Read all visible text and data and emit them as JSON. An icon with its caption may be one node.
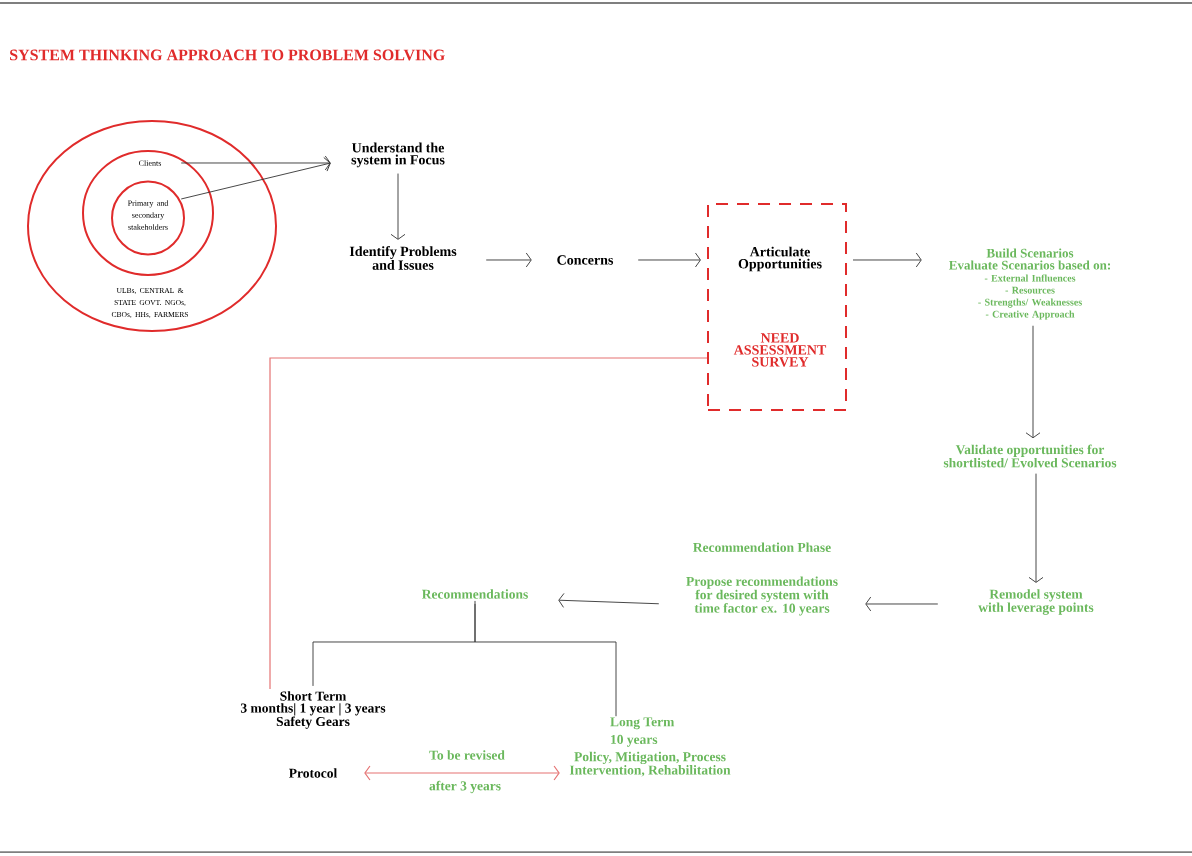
{
  "diagram": {
    "title": "SYSTEM THINKING APPROACH TO PROBLEM SOLVING",
    "nodes": [
      {
        "text": [
          "ULBs, CENTRAL & STATE GOVT. NGOs, CBOs, HHs, FARMERS"
        ]
      },
      {
        "text": [
          "Clients"
        ],
        "in": 0
      },
      {
        "text": [
          "Primary and secondary stakeholders"
        ],
        "in": 1
      },
      {
        "text": [
          "Understand the system in Focus"
        ]
      },
      {
        "text": [
          "Identify Problems and Issues"
        ]
      },
      {
        "text": [
          "Concerns"
        ]
      },
      {
        "text": [
          "Articulate Opportunities",
          "NEED ASSESSMENT SURVEY"
        ]
      },
      {
        "text": [
          "Build Scenarios",
          "Evaluate Scenarios based on:",
          "- External Influences",
          "- Resources",
          "- Strengths/ Weaknesses",
          "- Creative Approach"
        ]
      },
      {
        "text": [
          "Validate opportunities for shortlisted/ Evolved Scenarios"
        ]
      },
      {
        "text": [
          "Remodel system with leverage points"
        ]
      },
      {
        "text": [
          "Recommendation Phase",
          "Propose recommendations for desired system with time factor ex. 10 years"
        ]
      },
      {
        "text": [
          "Recommendations"
        ]
      },
      {
        "text": [
          "Short Term",
          "3 months| 1 year | 3 years",
          "Safety Gears"
        ]
      },
      {
        "text": [
          "Long Term 10 years",
          "Policy, Mitigation, Process Intervention, Rehabilitation"
        ]
      },
      {
        "text": [
          "Protocol"
        ]
      }
    ],
    "edges": [
      {
        "from": 1,
        "to": 3,
        "arrow": "to"
      },
      {
        "from": 2,
        "to": 3,
        "arrow": "to"
      },
      {
        "from": 3,
        "to": 4,
        "arrow": "to"
      },
      {
        "from": 4,
        "to": 5,
        "arrow": "to"
      },
      {
        "from": 5,
        "to": 6,
        "arrow": "to"
      },
      {
        "from": 6,
        "to": 7,
        "arrow": "to"
      },
      {
        "from": 7,
        "to": 8,
        "arrow": "to"
      },
      {
        "from": 8,
        "to": 9,
        "arrow": "to"
      },
      {
        "from": 9,
        "to": 10,
        "arrow": "to"
      },
      {
        "from": 10,
        "to": 11,
        "arrow": "to"
      },
      {
        "from": 11,
        "to": 12,
        "arrow": "none"
      },
      {
        "from": 11,
        "to": 13,
        "arrow": "none"
      },
      {
        "from": 6,
        "to": 12,
        "arrow": "none",
        "color": "#e57373"
      },
      {
        "from": 14,
        "to": 13,
        "arrow": "both",
        "label": "To be revised",
        "color": "#e57373"
      }
    ],
    "labels": [
      "after 3 years"
    ]
  }
}
